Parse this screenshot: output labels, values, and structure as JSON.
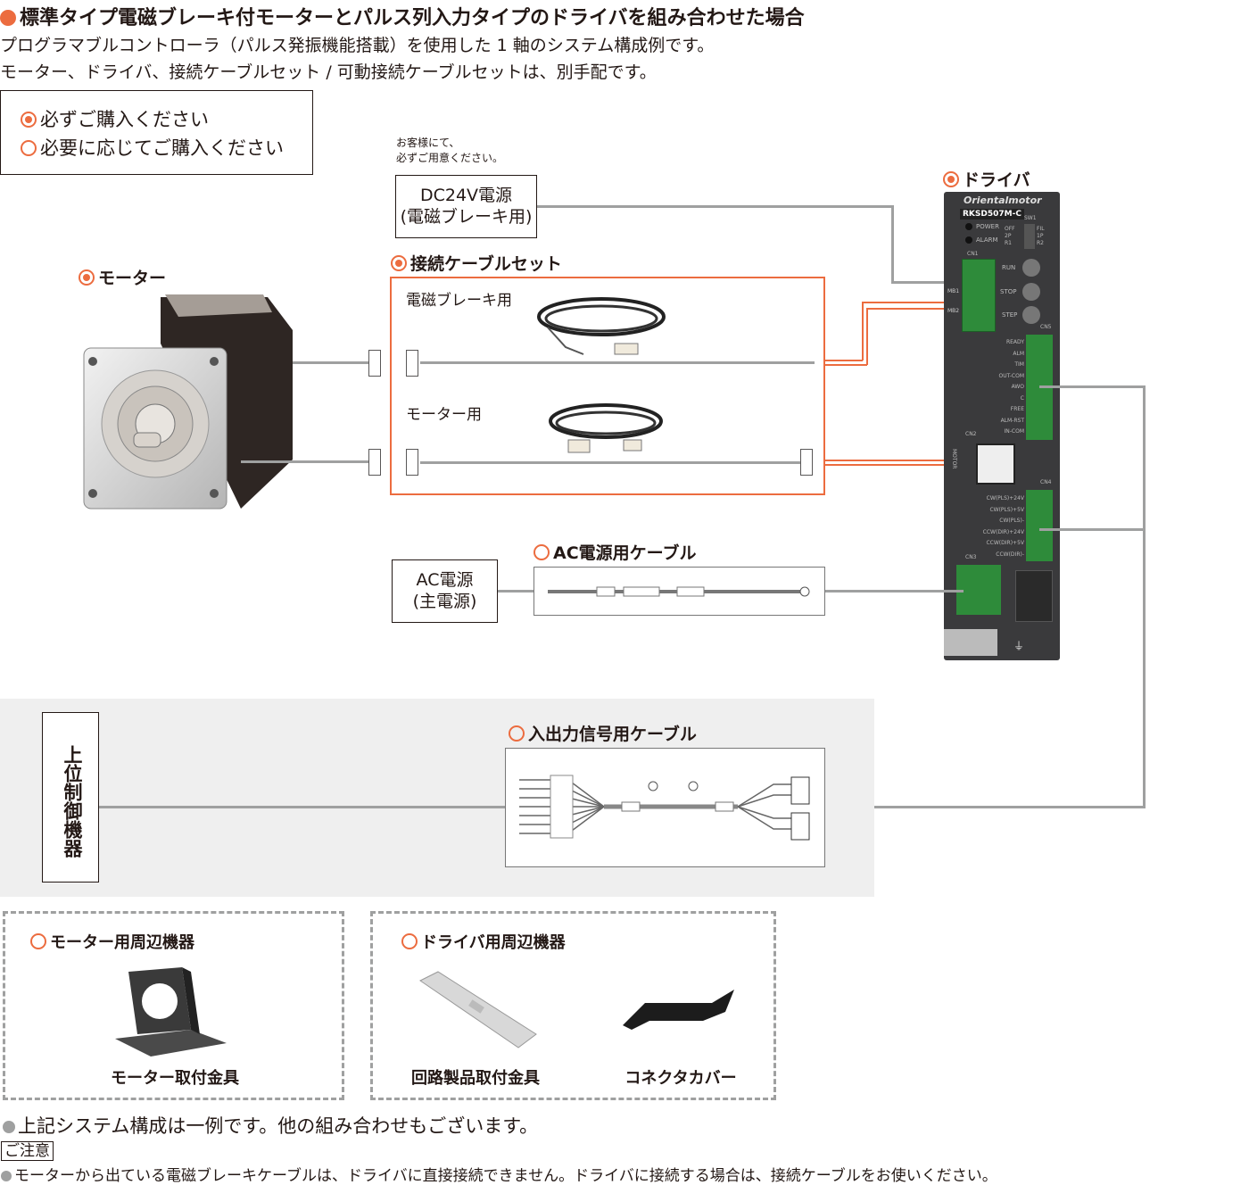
{
  "header": {
    "title": "標準タイプ電磁ブレーキ付モーターとパルス列入力タイプのドライバを組み合わせた場合",
    "line1": "プログラマブルコントローラ（パルス発振機能搭載）を使用した 1 軸のシステム構成例です。",
    "line2": "モーター、ドライバ、接続ケーブルセット / 可動接続ケーブルセットは、別手配です。"
  },
  "legend": {
    "required": "必ずご購入ください",
    "optional": "必要に応じてご購入ください"
  },
  "dc_power": {
    "note_line1": "お客様にて、",
    "note_line2": "必ずご用意ください。",
    "label_line1": "DC24V電源",
    "label_line2": "(電磁ブレーキ用)"
  },
  "motor": {
    "label": "モーター"
  },
  "cable_set": {
    "label": "接続ケーブルセット",
    "brake_label": "電磁ブレーキ用",
    "motor_label": "モーター用"
  },
  "driver": {
    "label": "ドライバ",
    "brand": "Orientalmotor",
    "model": "RKSD507M-C",
    "led_power": "POWER",
    "led_alarm": "ALARM",
    "sw_label": "SW1",
    "sw_off": "OFF",
    "sw_fil": "FIL",
    "sw_2p": "2P",
    "sw_1p": "1P",
    "sw_r1": "R1",
    "sw_r2": "R2",
    "dial_run": "RUN",
    "dial_stop": "STOP",
    "dial_step": "STEP",
    "cn1": "CN1",
    "cn2": "CN2",
    "cn3": "CN3",
    "cn4": "CN4",
    "cn5": "CN5",
    "mb1": "MB1",
    "mb2": "MB2",
    "motor_port": "MOTOR",
    "cn5_pins": [
      "READY",
      "ALM",
      "TIM",
      "OUT-COM",
      "AWO",
      "C",
      "FREE",
      "ALM-RST",
      "IN-COM"
    ],
    "cn4_pins": [
      "CW(PLS)+24V",
      "CW(PLS)+5V",
      "CW(PLS)-",
      "CCW(DIR)+24V",
      "CCW(DIR)+5V",
      "CCW(DIR)-"
    ]
  },
  "ac_power": {
    "label_line1": "AC電源",
    "label_line2": "(主電源)",
    "cable_label": "AC電源用ケーブル"
  },
  "controller": {
    "label": "上位制御機器"
  },
  "io_cable": {
    "label": "入出力信号用ケーブル"
  },
  "motor_peripherals": {
    "title": "モーター用周辺機器",
    "item": "モーター取付金具"
  },
  "driver_peripherals": {
    "title": "ドライバ用周辺機器",
    "item1": "回路製品取付金具",
    "item2": "コネクタカバー"
  },
  "footer": {
    "note": "上記システム構成は一例です。他の組み合わせもございます。",
    "caution_title": "ご注意",
    "caution_text": "モーターから出ている電磁ブレーキケーブルは、ドライバに直接接続できません。ドライバに接続する場合は、接続ケーブルをお使いください。"
  },
  "colors": {
    "accent": "#ec6c3f",
    "cable": "#9fa0a0",
    "panel": "#efefef"
  }
}
